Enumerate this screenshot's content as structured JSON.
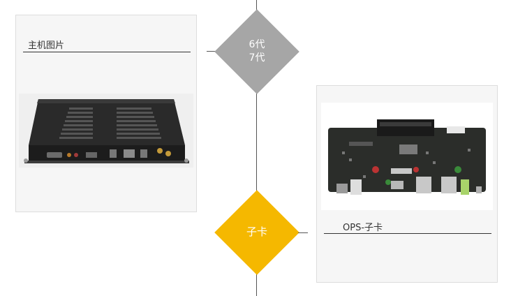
{
  "timeline": {
    "line_color": "#555555"
  },
  "cards": {
    "host": {
      "title": "主机图片",
      "image_icon": "ops-host-box-icon"
    },
    "subcard": {
      "title": "OPS-子卡",
      "image_icon": "circuit-board-icon"
    }
  },
  "markers": {
    "generation": {
      "line1": "6代",
      "line2": "7代",
      "color": "#a6a6a6"
    },
    "subcard": {
      "label": "子卡",
      "color": "#f5b800"
    }
  }
}
